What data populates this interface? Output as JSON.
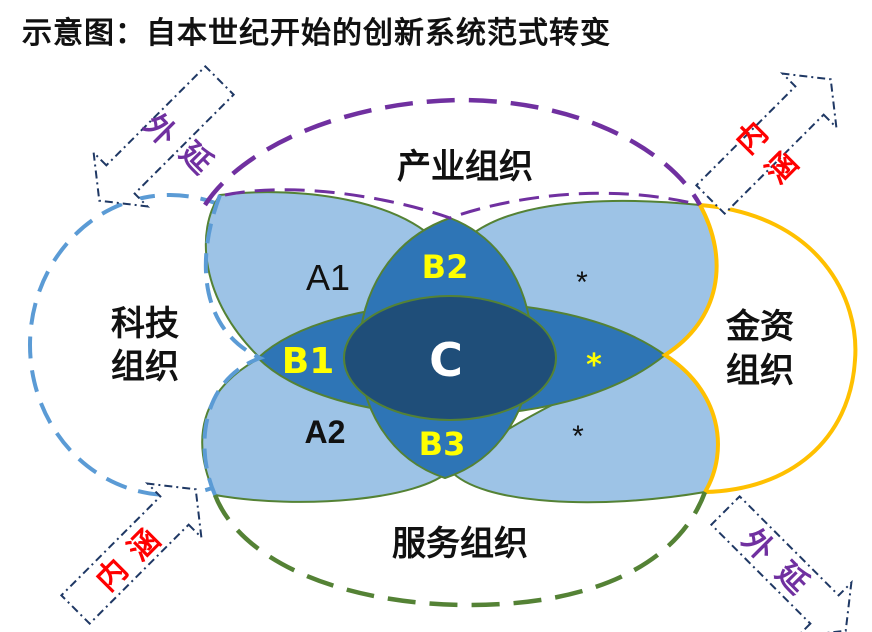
{
  "title": "示意图：自本世纪开始的创新系统范式转变",
  "orgs": {
    "industry": "产业组织",
    "service": "服务组织",
    "tech_line1": "科技",
    "tech_line2": "组织",
    "finance_line1": "金资",
    "finance_line2": "组织"
  },
  "regions": {
    "a1": "A1",
    "a2": "A2",
    "b1": "B1",
    "b2": "B2",
    "b3": "B3",
    "c": "C",
    "star_top": "*",
    "star_mid": "*",
    "star_bottom": "*"
  },
  "arrows": {
    "top_left": [
      "外",
      "延"
    ],
    "top_right": [
      "内",
      "涵"
    ],
    "bottom_left": [
      "内",
      "涵"
    ],
    "bottom_right": [
      "外",
      "延"
    ]
  },
  "colors": {
    "industry_border": "#7030a0",
    "service_border": "#548235",
    "tech_border": "#5b9bd5",
    "finance_border": "#ffc000",
    "petal_light": "#9dc3e6",
    "petal_mid": "#2e75b6",
    "core_dark": "#1f4e79",
    "highlight_text": "#ffff00",
    "arrow_text_red": "#ff0000",
    "arrow_text_purple": "#7030a0"
  }
}
